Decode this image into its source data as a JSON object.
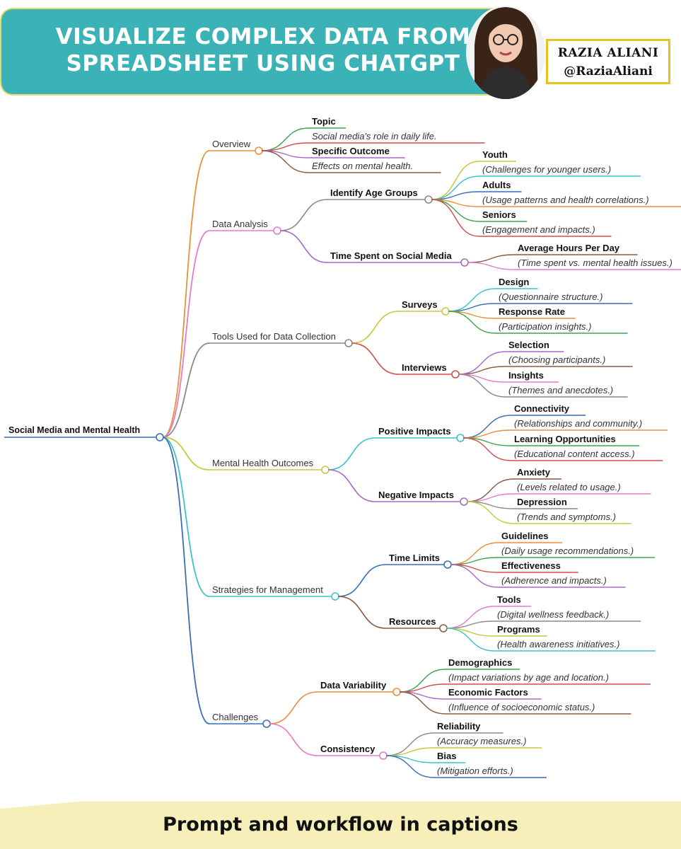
{
  "header": {
    "title_lines": [
      "VISUALIZE COMPLEX DATA FROM",
      "SPREADSHEET USING CHATGPT"
    ],
    "author_name": "RAZIA ALIANI",
    "author_handle": "@RaziaAliani",
    "accent_color": "#3bb3b6",
    "frame_color": "#e8c21e"
  },
  "mindmap": {
    "root": "Social Media and Mental Health",
    "branches": [
      {
        "label": "Overview",
        "color": "#e8903a",
        "leaves": [
          {
            "text": "Topic",
            "style": "head",
            "color": "#3fa34d"
          },
          {
            "text": "Social media's role in daily life.",
            "style": "desc",
            "color": "#d94a4a"
          },
          {
            "text": "Specific Outcome",
            "style": "head",
            "color": "#a56ac9"
          },
          {
            "text": "Effects on mental health.",
            "style": "desc",
            "color": "#8b5a44"
          }
        ]
      },
      {
        "label": "Data Analysis",
        "color": "#e47bc9",
        "children": [
          {
            "label": "Identify Age Groups",
            "color": "#8a8a8a",
            "leaves": [
              {
                "text": "Youth",
                "style": "head",
                "color": "#c8c93a"
              },
              {
                "text": "(Challenges for younger users.)",
                "style": "desc",
                "color": "#3cc3c9"
              },
              {
                "text": "Adults",
                "style": "head",
                "color": "#3a6fb5"
              },
              {
                "text": "(Usage patterns and health correlations.)",
                "style": "desc",
                "color": "#e8903a"
              },
              {
                "text": "Seniors",
                "style": "head",
                "color": "#3fa34d"
              },
              {
                "text": "(Engagement and impacts.)",
                "style": "desc",
                "color": "#d94a4a"
              }
            ]
          },
          {
            "label": "Time Spent on Social Media",
            "color": "#a56ac9",
            "leaves": [
              {
                "text": "Average Hours Per Day",
                "style": "head",
                "color": "#8b5a44"
              },
              {
                "text": "(Time spent vs. mental health issues.)",
                "style": "desc",
                "color": "#e47bc9"
              }
            ]
          }
        ]
      },
      {
        "label": "Tools Used for Data Collection",
        "color": "#8a8a8a",
        "children": [
          {
            "label": "Surveys",
            "color": "#c8c93a",
            "leaves": [
              {
                "text": "Design",
                "style": "head",
                "color": "#3cc3c9"
              },
              {
                "text": "(Questionnaire structure.)",
                "style": "desc",
                "color": "#3a6fb5"
              },
              {
                "text": "Response Rate",
                "style": "head",
                "color": "#e8903a"
              },
              {
                "text": "(Participation insights.)",
                "style": "desc",
                "color": "#3fa34d"
              }
            ]
          },
          {
            "label": "Interviews",
            "color": "#d94a4a",
            "leaves": [
              {
                "text": "Selection",
                "style": "head",
                "color": "#a56ac9"
              },
              {
                "text": "(Choosing participants.)",
                "style": "desc",
                "color": "#8b5a44"
              },
              {
                "text": "Insights",
                "style": "head",
                "color": "#e47bc9"
              },
              {
                "text": "(Themes and anecdotes.)",
                "style": "desc",
                "color": "#8a8a8a"
              }
            ]
          }
        ]
      },
      {
        "label": "Mental Health Outcomes",
        "color": "#c8c93a",
        "children": [
          {
            "label": "Positive Impacts",
            "color": "#3cc3c9",
            "leaves": [
              {
                "text": "Connectivity",
                "style": "head",
                "color": "#3a6fb5"
              },
              {
                "text": "(Relationships and community.)",
                "style": "desc",
                "color": "#e8903a"
              },
              {
                "text": "Learning Opportunities",
                "style": "head",
                "color": "#3fa34d"
              },
              {
                "text": "(Educational content access.)",
                "style": "desc",
                "color": "#d94a4a"
              }
            ]
          },
          {
            "label": "Negative Impacts",
            "color": "#a56ac9",
            "leaves": [
              {
                "text": "Anxiety",
                "style": "head",
                "color": "#8b5a44"
              },
              {
                "text": "(Levels related to usage.)",
                "style": "desc",
                "color": "#e47bc9"
              },
              {
                "text": "Depression",
                "style": "head",
                "color": "#8a8a8a"
              },
              {
                "text": "(Trends and symptoms.)",
                "style": "desc",
                "color": "#c8c93a"
              }
            ]
          }
        ]
      },
      {
        "label": "Strategies for Management",
        "color": "#3cc3c9",
        "children": [
          {
            "label": "Time Limits",
            "color": "#3a6fb5",
            "leaves": [
              {
                "text": "Guidelines",
                "style": "head",
                "color": "#e8903a"
              },
              {
                "text": "(Daily usage recommendations.)",
                "style": "desc",
                "color": "#3fa34d"
              },
              {
                "text": "Effectiveness",
                "style": "head",
                "color": "#d94a4a"
              },
              {
                "text": "(Adherence and impacts.)",
                "style": "desc",
                "color": "#a56ac9"
              }
            ]
          },
          {
            "label": "Resources",
            "color": "#8b5a44",
            "leaves": [
              {
                "text": "Tools",
                "style": "head",
                "color": "#e47bc9"
              },
              {
                "text": "(Digital wellness feedback.)",
                "style": "desc",
                "color": "#8a8a8a"
              },
              {
                "text": "Programs",
                "style": "head",
                "color": "#c8c93a"
              },
              {
                "text": "(Health awareness initiatives.)",
                "style": "desc",
                "color": "#3cc3c9"
              }
            ]
          }
        ]
      },
      {
        "label": "Challenges",
        "color": "#3a6fb5",
        "children": [
          {
            "label": "Data Variability",
            "color": "#e8903a",
            "leaves": [
              {
                "text": "Demographics",
                "style": "head",
                "color": "#3fa34d"
              },
              {
                "text": "(Impact variations by age and location.)",
                "style": "desc",
                "color": "#d94a4a"
              },
              {
                "text": "Economic Factors",
                "style": "head",
                "color": "#a56ac9"
              },
              {
                "text": "(Influence of socioeconomic status.)",
                "style": "desc",
                "color": "#8b5a44"
              }
            ]
          },
          {
            "label": "Consistency",
            "color": "#e47bc9",
            "leaves": [
              {
                "text": "Reliability",
                "style": "head",
                "color": "#8a8a8a"
              },
              {
                "text": "(Accuracy measures.)",
                "style": "desc",
                "color": "#c8c93a"
              },
              {
                "text": "Bias",
                "style": "head",
                "color": "#3cc3c9"
              },
              {
                "text": "(Mitigation efforts.)",
                "style": "desc",
                "color": "#3a6fb5"
              }
            ]
          }
        ]
      }
    ]
  },
  "footer": {
    "text": "Prompt and workflow in captions",
    "band_color": "#f6efb9"
  }
}
